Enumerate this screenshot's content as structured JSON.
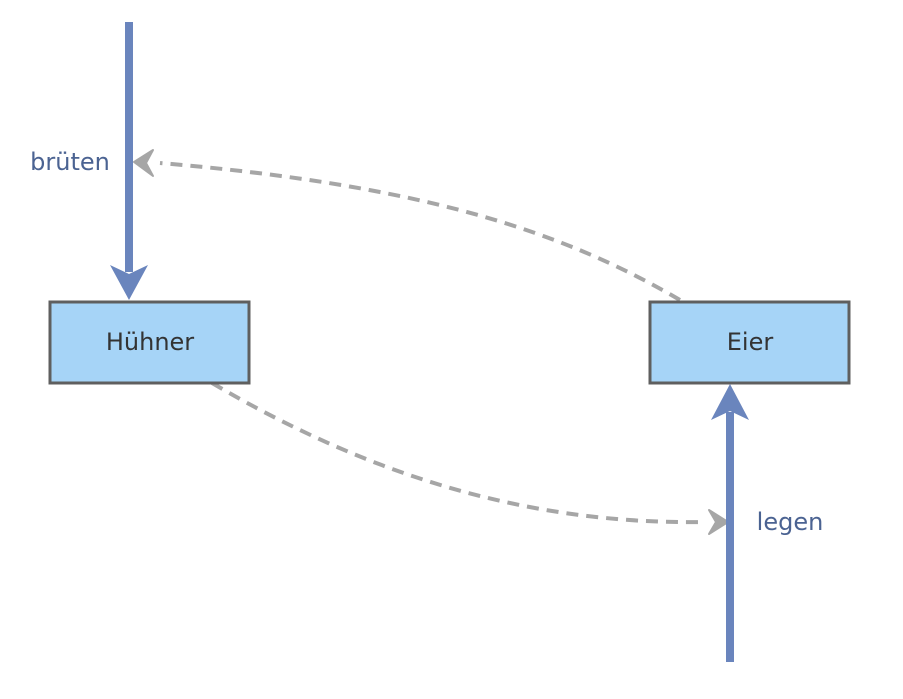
{
  "diagram": {
    "nodes": {
      "huehner": {
        "label": "Hühner"
      },
      "eier": {
        "label": "Eier"
      }
    },
    "flows": {
      "brueten": {
        "label": "brüten"
      },
      "legen": {
        "label": "legen"
      }
    }
  },
  "colors": {
    "node_fill": "#A6D4F7",
    "node_stroke": "#5F5F5F",
    "flow_stroke": "#6A85BD",
    "flow_label": "#4B6392",
    "link_stroke": "#A6A6A6"
  }
}
